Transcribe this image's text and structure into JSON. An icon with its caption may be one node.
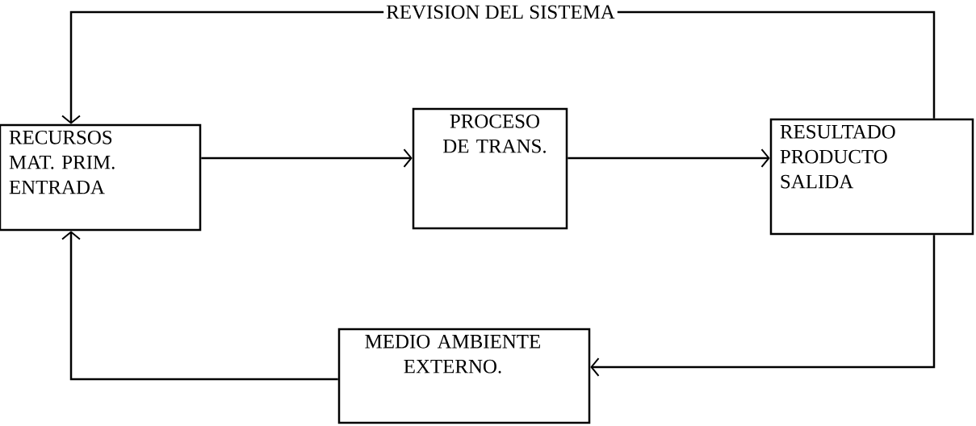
{
  "diagram": {
    "nodes": [
      {
        "text": [
          "RECURSOS MAT. PRIM. ENTRADA"
        ]
      },
      {
        "text": [
          "PROCESO DE TRANS."
        ]
      },
      {
        "text": [
          "RESULTADO PRODUCTO SALIDA"
        ]
      },
      {
        "text": [
          "MEDIO AMBIENTE EXTERNO."
        ]
      }
    ],
    "edges": [
      {
        "from": 0,
        "to": 1,
        "arrow": "to"
      },
      {
        "from": 1,
        "to": 2,
        "arrow": "to"
      },
      {
        "from": 2,
        "to": 0,
        "arrow": "to",
        "label": "REVISION DEL SISTEMA"
      },
      {
        "from": 2,
        "to": 3,
        "arrow": "to"
      },
      {
        "from": 3,
        "to": 0,
        "arrow": "to"
      }
    ]
  }
}
